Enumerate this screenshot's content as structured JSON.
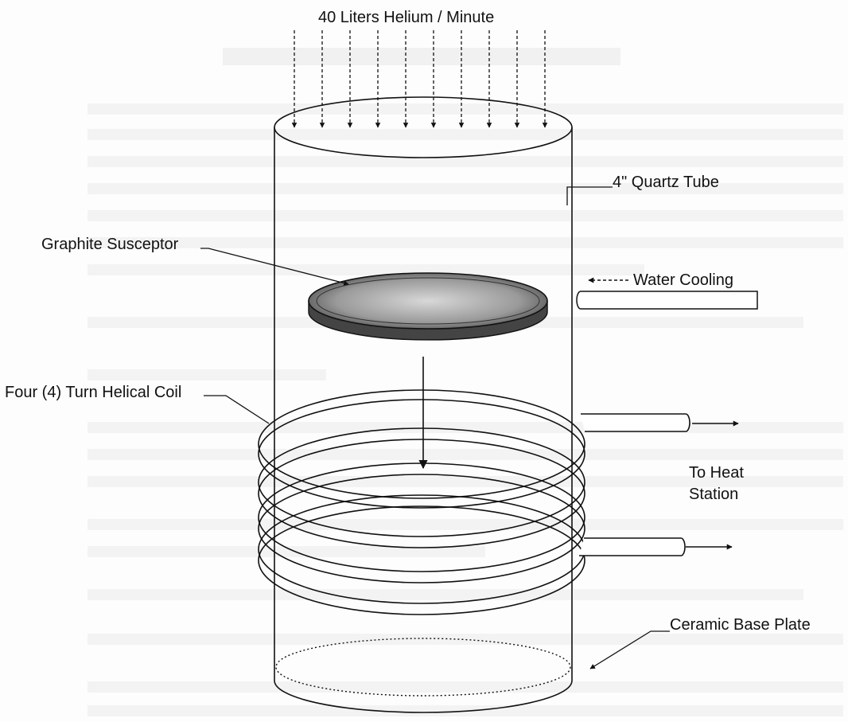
{
  "labels": {
    "helium": "40 Liters Helium / Minute",
    "quartz": "4\" Quartz Tube",
    "susceptor": "Graphite Susceptor",
    "water": "Water Cooling",
    "coil": "Four (4) Turn Helical Coil",
    "heat_line1": "To Heat",
    "heat_line2": "Station",
    "base": "Ceramic Base Plate"
  },
  "colors": {
    "line": "#111111",
    "ghost_text": "#e6e6e6",
    "susceptor_fill": "#8a8a8a"
  }
}
